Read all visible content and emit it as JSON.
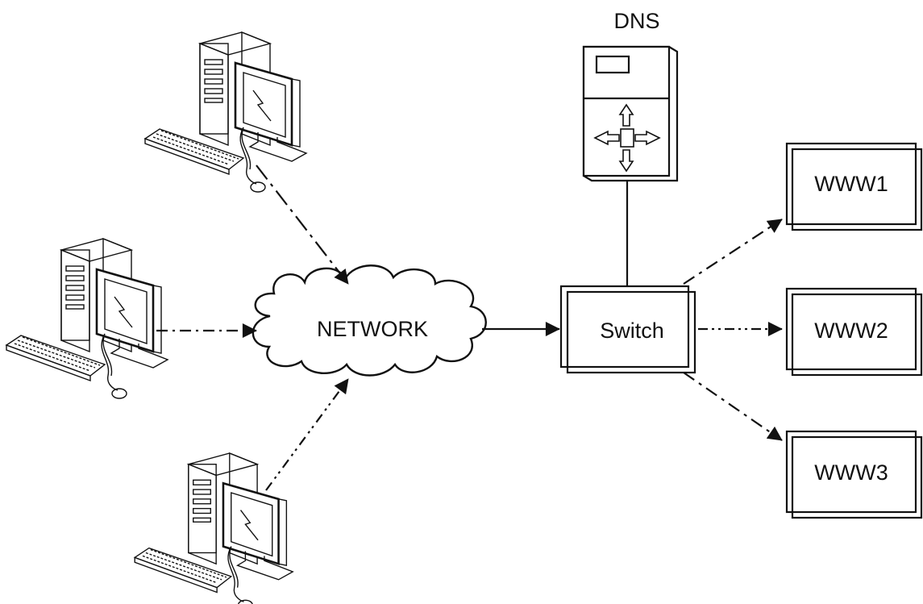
{
  "network": {
    "label": "NETWORK"
  },
  "dns": {
    "label": "DNS"
  },
  "switch": {
    "label": "Switch"
  },
  "servers": [
    {
      "label": "WWW1"
    },
    {
      "label": "WWW2"
    },
    {
      "label": "WWW3"
    }
  ]
}
